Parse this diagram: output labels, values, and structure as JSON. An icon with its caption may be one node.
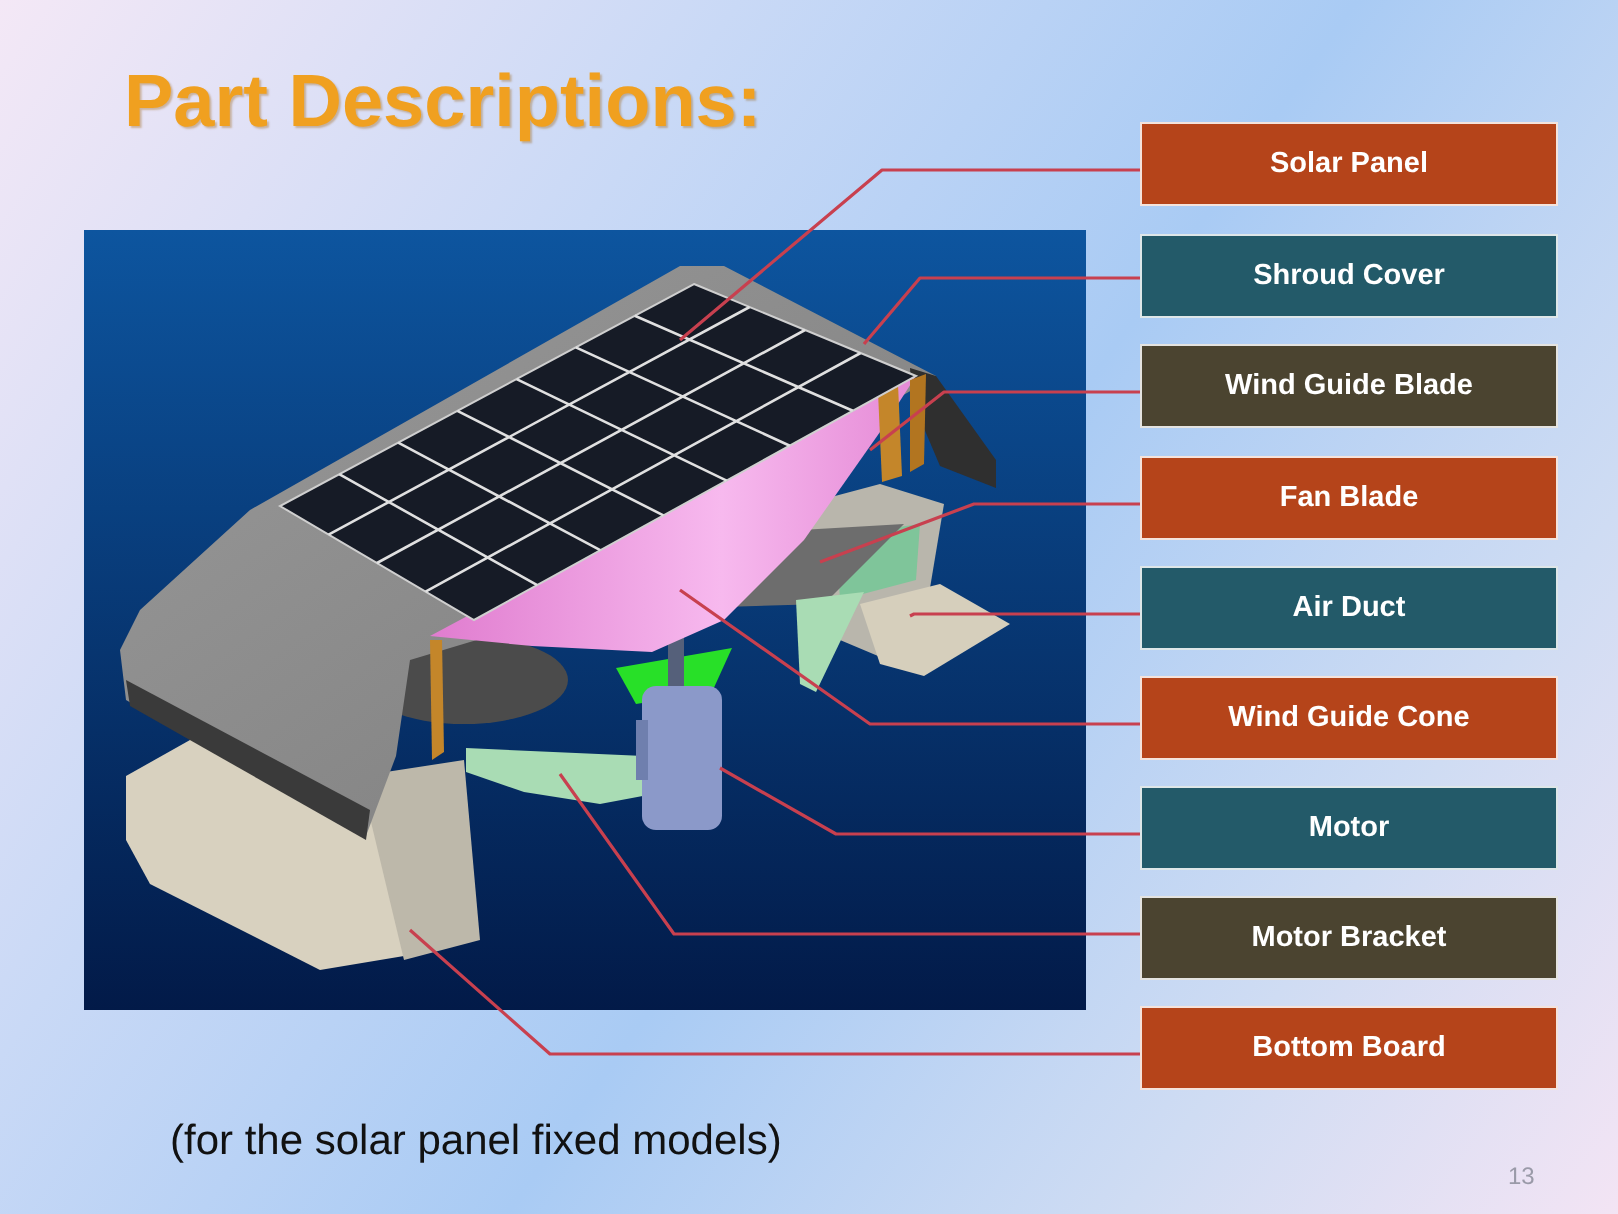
{
  "diagram": {
    "title": "Part Descriptions:",
    "caption": "(for the solar panel fixed models)",
    "nodes": [
      {
        "text": [
          "Solar Panel"
        ]
      },
      {
        "text": [
          "Shroud Cover"
        ]
      },
      {
        "text": [
          "Wind Guide Blade"
        ]
      },
      {
        "text": [
          "Fan Blade"
        ]
      },
      {
        "text": [
          "Air Duct"
        ]
      },
      {
        "text": [
          "Wind Guide Cone"
        ]
      },
      {
        "text": [
          "Motor"
        ]
      },
      {
        "text": [
          "Motor Bracket"
        ]
      },
      {
        "text": [
          "Bottom Board"
        ]
      }
    ],
    "edges": [
      {
        "from": 0,
        "to": null,
        "arrow": "none"
      },
      {
        "from": 1,
        "to": null,
        "arrow": "none"
      },
      {
        "from": 2,
        "to": null,
        "arrow": "none"
      },
      {
        "from": 3,
        "to": null,
        "arrow": "none"
      },
      {
        "from": 4,
        "to": null,
        "arrow": "none"
      },
      {
        "from": 5,
        "to": null,
        "arrow": "none"
      },
      {
        "from": 6,
        "to": null,
        "arrow": "none"
      },
      {
        "from": 7,
        "to": null,
        "arrow": "none"
      },
      {
        "from": 8,
        "to": null,
        "arrow": "none"
      }
    ],
    "labels": [
      "13"
    ]
  }
}
